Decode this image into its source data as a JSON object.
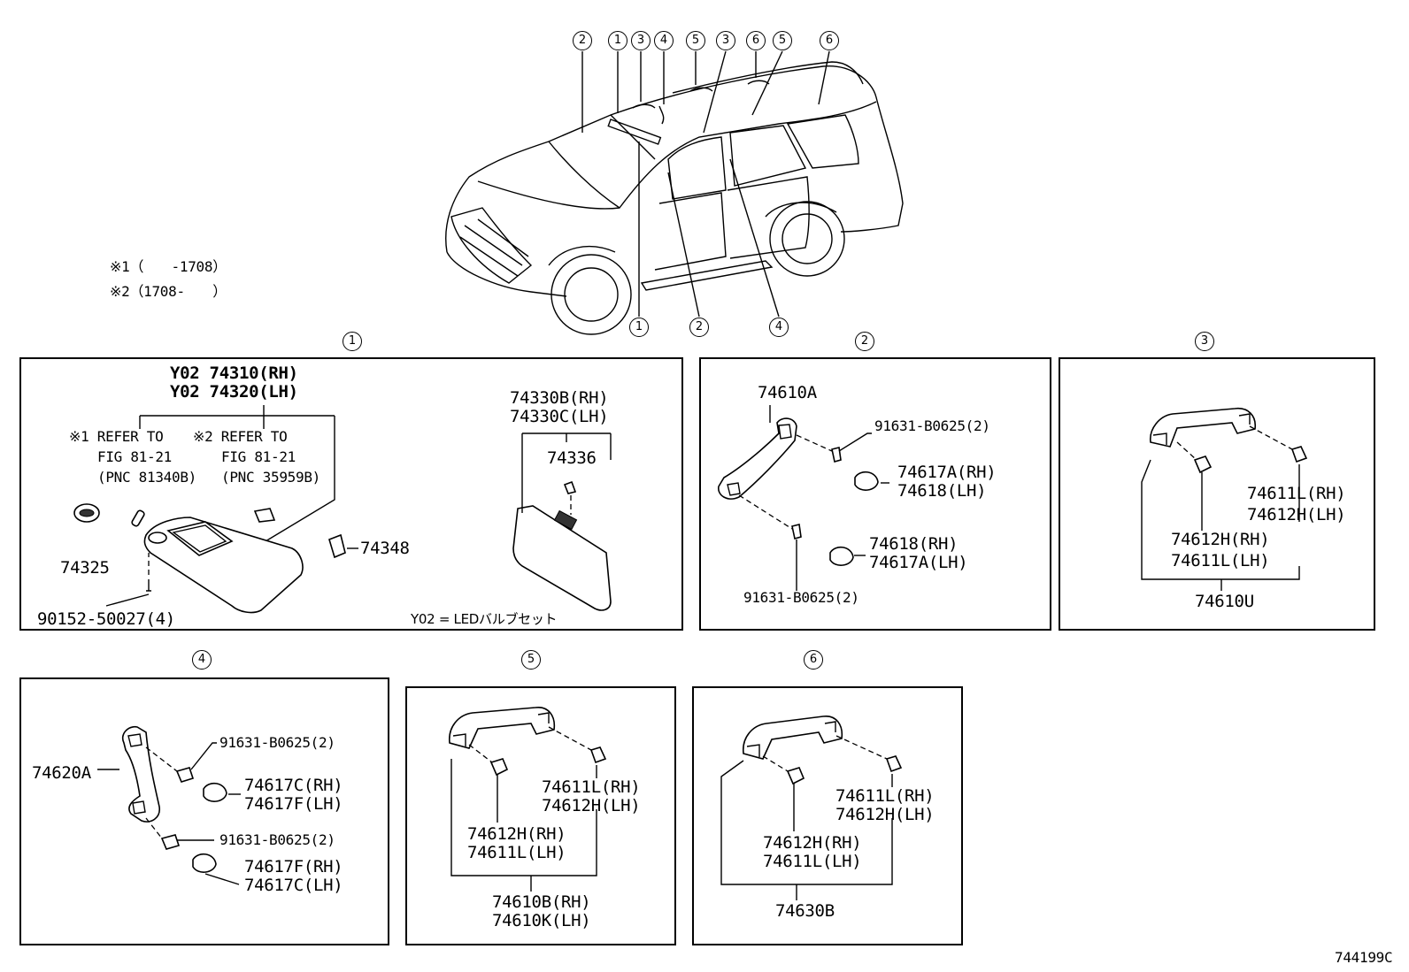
{
  "notes": {
    "n1": "※1（　　-1708）",
    "n2": "※2（1708-　　）"
  },
  "vehicle_callouts": {
    "top": [
      "2",
      "1",
      "3",
      "4",
      "5",
      "3",
      "6",
      "5",
      "6"
    ],
    "bottom": [
      "1",
      "2",
      "4"
    ]
  },
  "section_numbers": [
    "1",
    "2",
    "3",
    "4",
    "5",
    "6"
  ],
  "section1": {
    "visor_rh": "Y02 74310(RH)",
    "visor_lh": "Y02 74320(LH)",
    "ref1_a": "※1 REFER TO",
    "ref1_b": "FIG 81-21",
    "ref1_c": "(PNC 81340B)",
    "ref2_a": "※2 REFER TO",
    "ref2_b": "FIG 81-21",
    "ref2_c": "(PNC 35959B)",
    "holder": "74325",
    "screw": "90152-50027(4)",
    "clip": "74348",
    "visor2_rh": "74330B(RH)",
    "visor2_lh": "74330C(LH)",
    "visor2_part": "74336",
    "note_y02": "Y02 = LEDバルブセット"
  },
  "section2": {
    "grip": "74610A",
    "screw_top": "91631-B0625(2)",
    "cap_top_rh": "74617A(RH)",
    "cap_top_lh": "74618(LH)",
    "cap_bot_rh": "74618(RH)",
    "cap_bot_lh": "74617A(LH)",
    "screw_bot": "91631-B0625(2)"
  },
  "section3": {
    "right_rh": "74611L(RH)",
    "right_lh": "74612H(LH)",
    "left_rh": "74612H(RH)",
    "left_lh": "74611L(LH)",
    "assy": "74610U"
  },
  "section4": {
    "grip": "74620A",
    "screw_top": "91631-B0625(2)",
    "cap_top_rh": "74617C(RH)",
    "cap_top_lh": "74617F(LH)",
    "screw_bot": "91631-B0625(2)",
    "cap_bot_rh": "74617F(RH)",
    "cap_bot_lh": "74617C(LH)"
  },
  "section5": {
    "right_rh": "74611L(RH)",
    "right_lh": "74612H(LH)",
    "left_rh": "74612H(RH)",
    "left_lh": "74611L(LH)",
    "assy_rh": "74610B(RH)",
    "assy_lh": "74610K(LH)"
  },
  "section6": {
    "right_rh": "74611L(RH)",
    "right_lh": "74612H(LH)",
    "left_rh": "74612H(RH)",
    "left_lh": "74611L(LH)",
    "assy": "74630B"
  },
  "figure_id": "744199C"
}
